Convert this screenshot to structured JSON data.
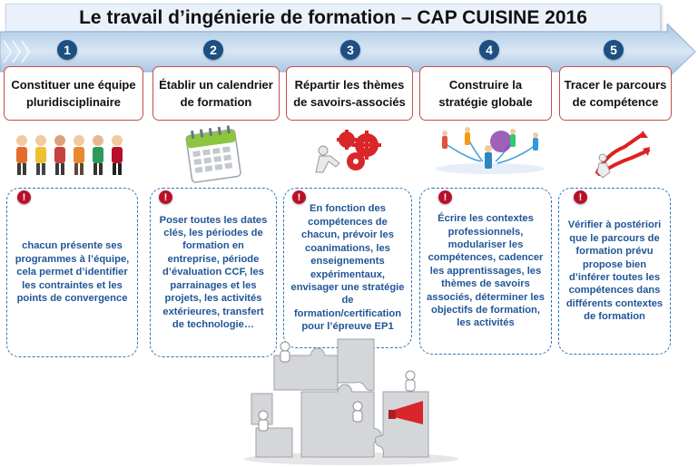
{
  "title": "Le travail d’ingénierie de formation – CAP CUISINE 2016",
  "colors": {
    "step_number": "#1d4f83",
    "step_border": "#c0504d",
    "detail_border": "#2e75b6",
    "detail_text": "#1f5597",
    "alert": "#b8102a"
  },
  "steps": [
    {
      "number": "1",
      "label": "Constituer une équipe pluridisciplinaire",
      "illustration": "team-of-people",
      "detail": "chacun présente ses programmes à l’équipe, cela permet d’identifier les contraintes et les points de convergence"
    },
    {
      "number": "2",
      "label": "Établir un calendrier de formation",
      "illustration": "calendar",
      "detail": "Poser toutes les dates clés, les périodes de formation en entreprise, période d’évaluation CCF, les parrainages et les projets, les activités extérieures, transfert de technologie…"
    },
    {
      "number": "3",
      "label": "Répartir les thèmes de savoirs-associés",
      "illustration": "person-pushing-gears",
      "detail": "En fonction des compétences de chacun, prévoir les coanimations, les enseignements expérimentaux, envisager une stratégie de formation/certification pour l’épreuve EP1"
    },
    {
      "number": "4",
      "label": "Construire la stratégie globale",
      "illustration": "network-strategy",
      "detail": "Écrire les contextes professionnels, modulariser les compétences, cadencer les apprentissages, les thèmes de savoirs associés, déterminer les objectifs de formation, les activités"
    },
    {
      "number": "5",
      "label": "Tracer le parcours de compétence",
      "illustration": "arrows-target",
      "detail": "Vérifier à postériori que le parcours de formation prévu propose bien d’inférer toutes les compétences dans différents contextes de formation"
    }
  ]
}
